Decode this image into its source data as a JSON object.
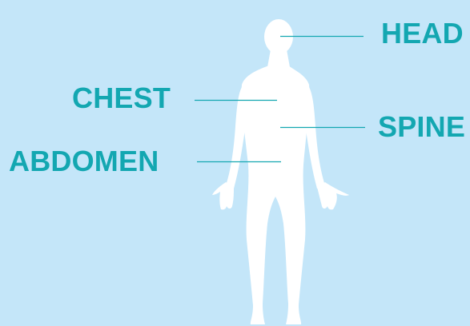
{
  "colors": {
    "background": "#c4e6f9",
    "figure": "#ffffff",
    "accent": "#13a7b1"
  },
  "labels": {
    "head": "HEAD",
    "chest": "CHEST",
    "spine": "SPINE",
    "abdomen": "ABDOMEN"
  }
}
